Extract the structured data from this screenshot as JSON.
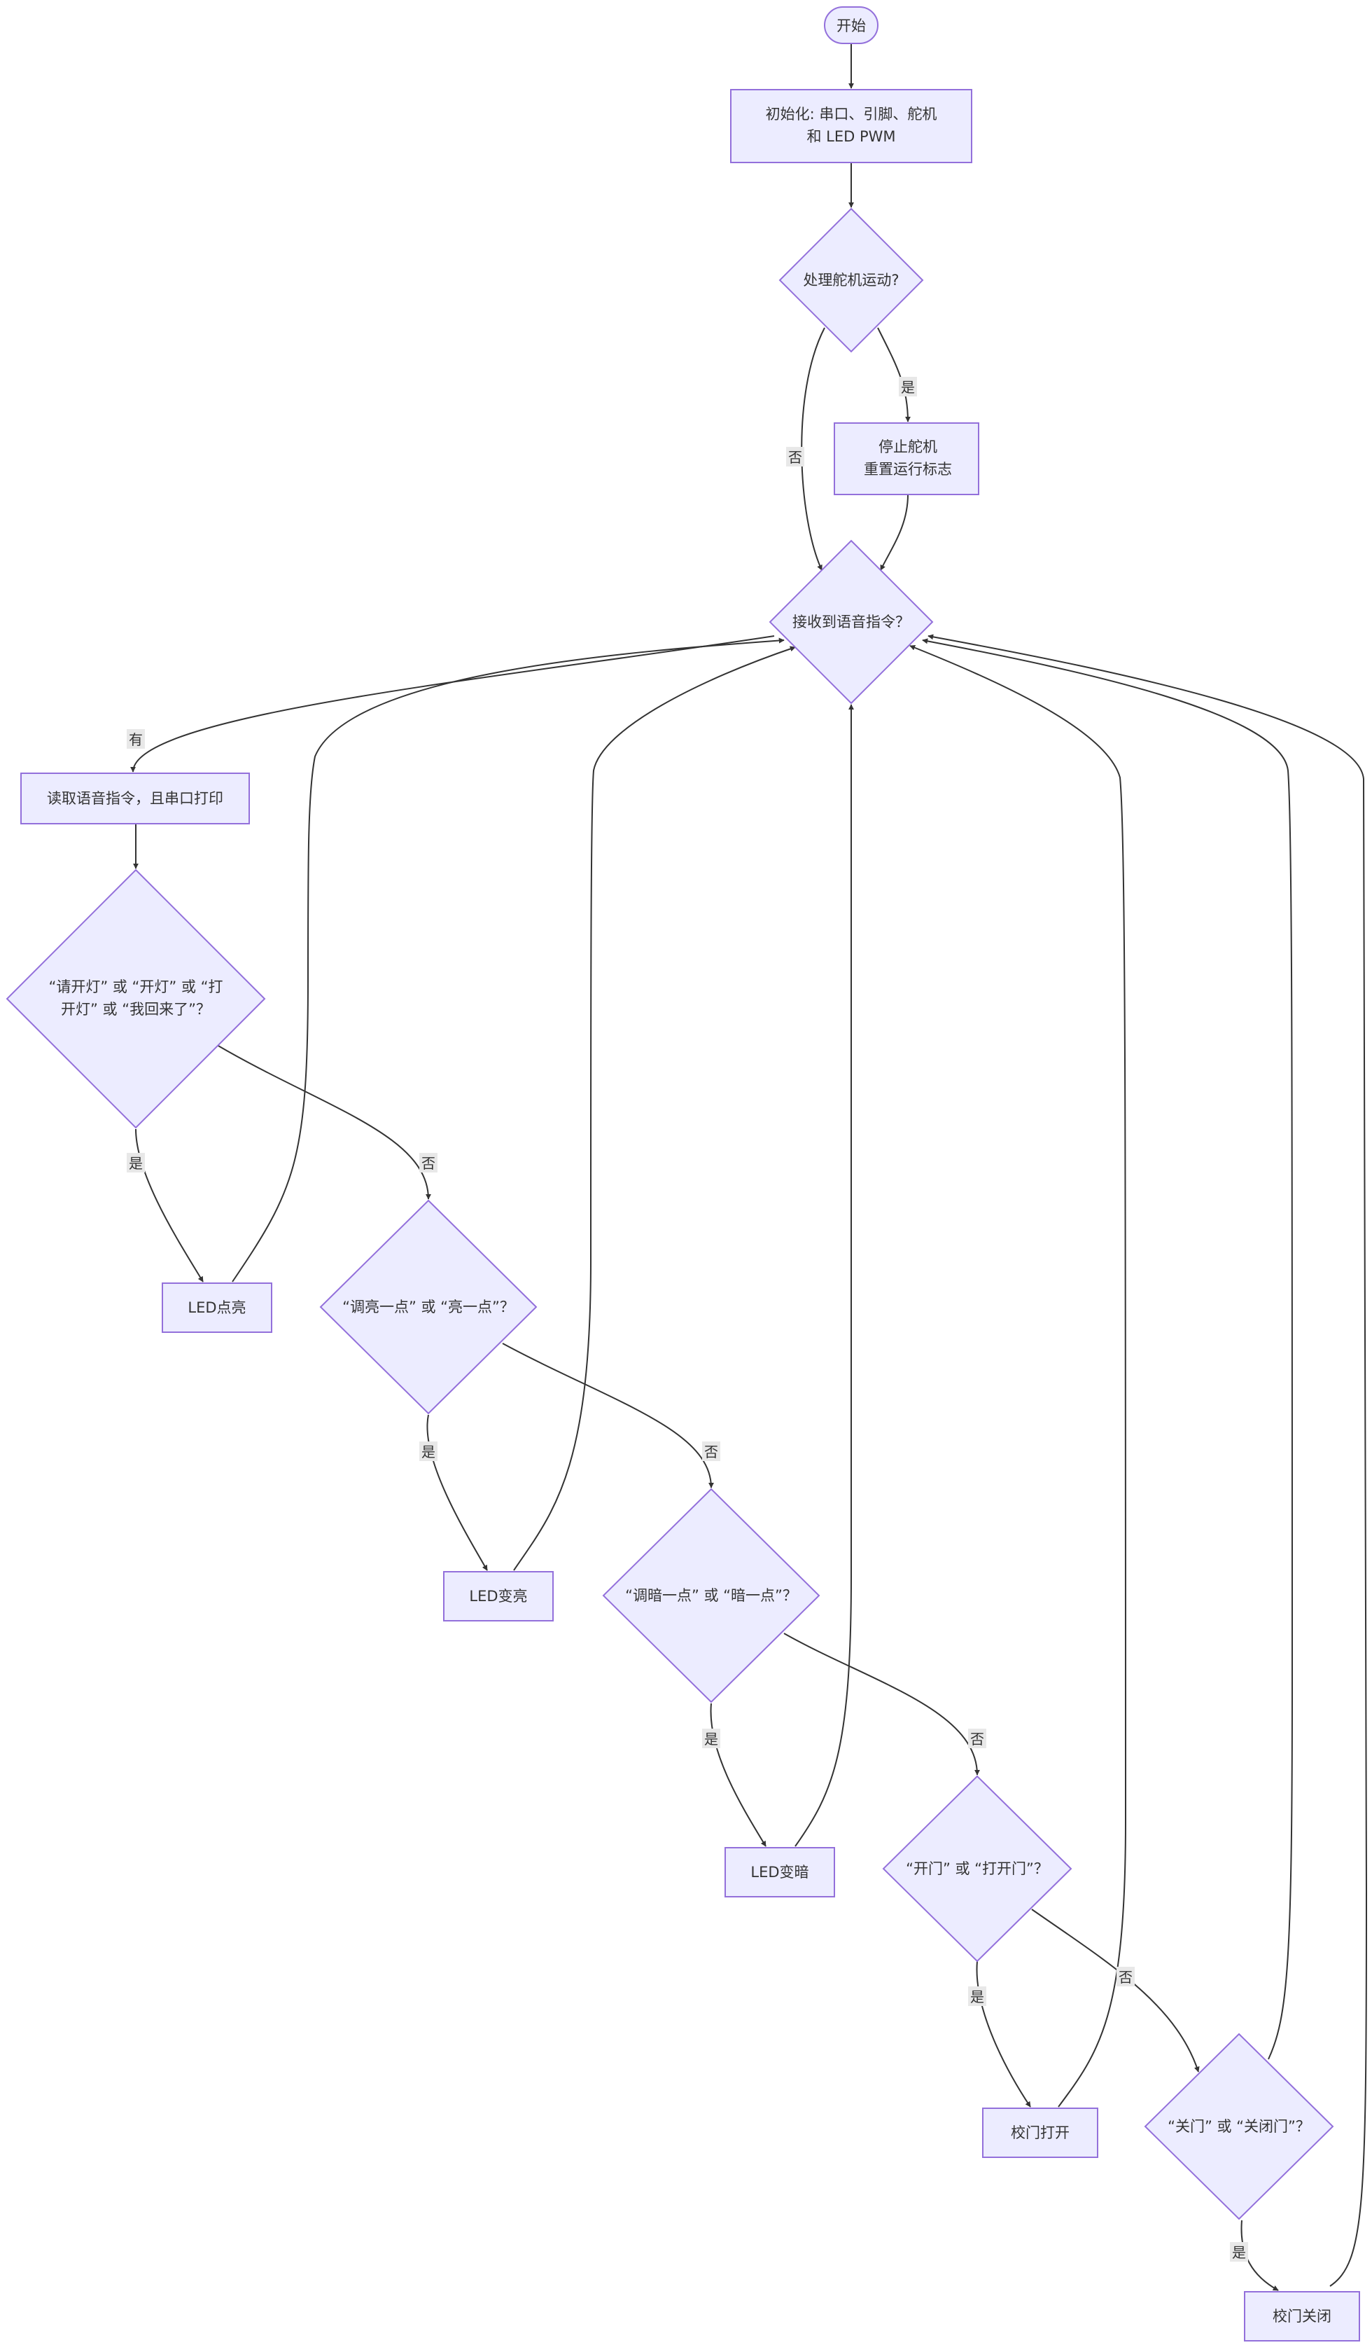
{
  "nodes": {
    "start": "开始",
    "init_line1": "初始化: 串口、引脚、舵机",
    "init_line2": "和 LED PWM",
    "servo_q": "处理舵机运动?",
    "stop_line1": "停止舵机",
    "stop_line2": "重置运行标志",
    "voice_q": "接收到语音指令？",
    "read": "读取语音指令，且串口打印",
    "q_on_line1": "“请开灯” 或 “开灯” 或 “打",
    "q_on_line2": "开灯” 或 “我回来了”？",
    "led_on": "LED点亮",
    "q_bright": "“调亮一点” 或 “亮一点”？",
    "led_bright": "LED变亮",
    "q_dim": "“调暗一点” 或 “暗一点”？",
    "led_dim": "LED变暗",
    "q_open": "“开门” 或 “打开门”？",
    "door_open": "校门打开",
    "q_close": "“关门” 或 “关闭门”？",
    "door_close": "校门关闭"
  },
  "edge_labels": {
    "servo_no": "否",
    "servo_yes": "是",
    "voice_yes": "有",
    "on_yes": "是",
    "on_no": "否",
    "bright_yes": "是",
    "bright_no": "否",
    "dim_yes": "是",
    "dim_no": "否",
    "open_yes": "是",
    "open_no": "否",
    "close_yes": "是"
  },
  "colors": {
    "node_fill": "#ECECFF",
    "node_stroke": "#9370DB",
    "edge": "#333333",
    "label_bg": "#e8e8e8"
  }
}
